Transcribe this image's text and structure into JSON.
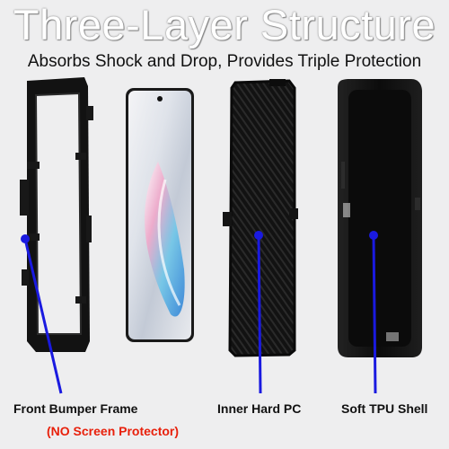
{
  "header": {
    "title": "Three-Layer Structure",
    "subtitle": "Absorbs Shock and Drop, Provides Triple Protection"
  },
  "layers": [
    {
      "id": "bumper",
      "label": "Front Bumper Frame",
      "note": "(NO Screen Protector)",
      "icon": "bumper-frame-icon"
    },
    {
      "id": "phone",
      "label": "",
      "icon": "phone-icon"
    },
    {
      "id": "pc",
      "label": "Inner Hard PC",
      "icon": "hard-pc-shell-icon"
    },
    {
      "id": "tpu",
      "label": "Soft TPU Shell",
      "icon": "tpu-shell-icon"
    }
  ],
  "colors": {
    "background": "#eeeeef",
    "pointer": "#1a1ae0",
    "note": "#e8200b",
    "case": "#111111"
  }
}
